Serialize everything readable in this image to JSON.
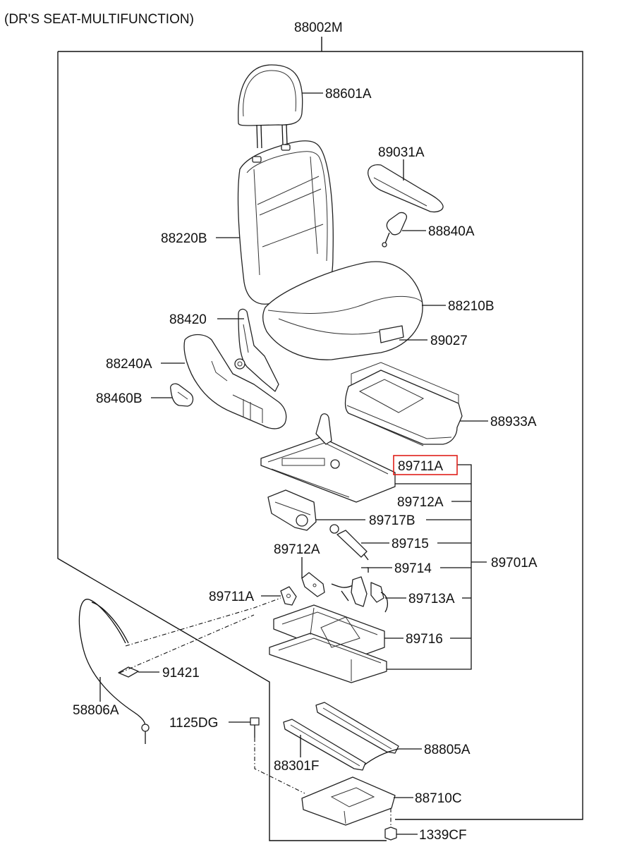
{
  "diagram": {
    "title": "(DR'S SEAT-MULTIFUNCTION)",
    "assembly_code": "88002M",
    "highlighted_part": "89711A",
    "highlight_color": "#e0201a",
    "parts": {
      "headrest": "88601A",
      "armrest": "89031A",
      "buckle": "88840A",
      "seat_back": "88220B",
      "seat_cushion": "88210B",
      "recliner": "88420",
      "cushion_pocket": "89027",
      "side_shield": "88240A",
      "recliner_knob": "88460B",
      "cushion_pan": "88933A",
      "upper_frame": "89711A",
      "upper_link_right": "89712A",
      "gear_unit": "89717B",
      "damper": "89715",
      "harness": "89714",
      "upper_link_left": "89712A",
      "lever_left": "89711A",
      "lever_right": "89713A",
      "suspension_assy": "89701A",
      "base_frame": "89716",
      "label_91421": "91421",
      "cable": "58806A",
      "bolt": "1125DG",
      "track_right": "88805A",
      "track_left": "88301F",
      "bracket": "88710C",
      "nut": "1339CF"
    }
  }
}
